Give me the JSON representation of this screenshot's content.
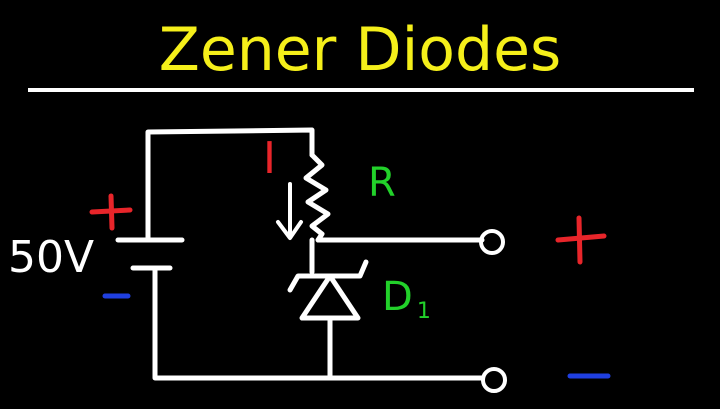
{
  "title": "Zener Diodes",
  "circuit": {
    "source_voltage": "50V",
    "current_label": "I",
    "resistor_label": "R",
    "diode_label": "D",
    "diode_subscript": "1"
  },
  "colors": {
    "title": "#f5ef1a",
    "wire": "#ffffff",
    "current": "#e8252a",
    "component_label": "#22d12a",
    "positive": "#e8252a",
    "negative": "#1f3fe0",
    "background": "#000000"
  },
  "icons": {
    "source_plus": "plus-sign",
    "source_minus": "minus-sign",
    "output_plus": "plus-sign",
    "output_minus": "minus-sign"
  }
}
